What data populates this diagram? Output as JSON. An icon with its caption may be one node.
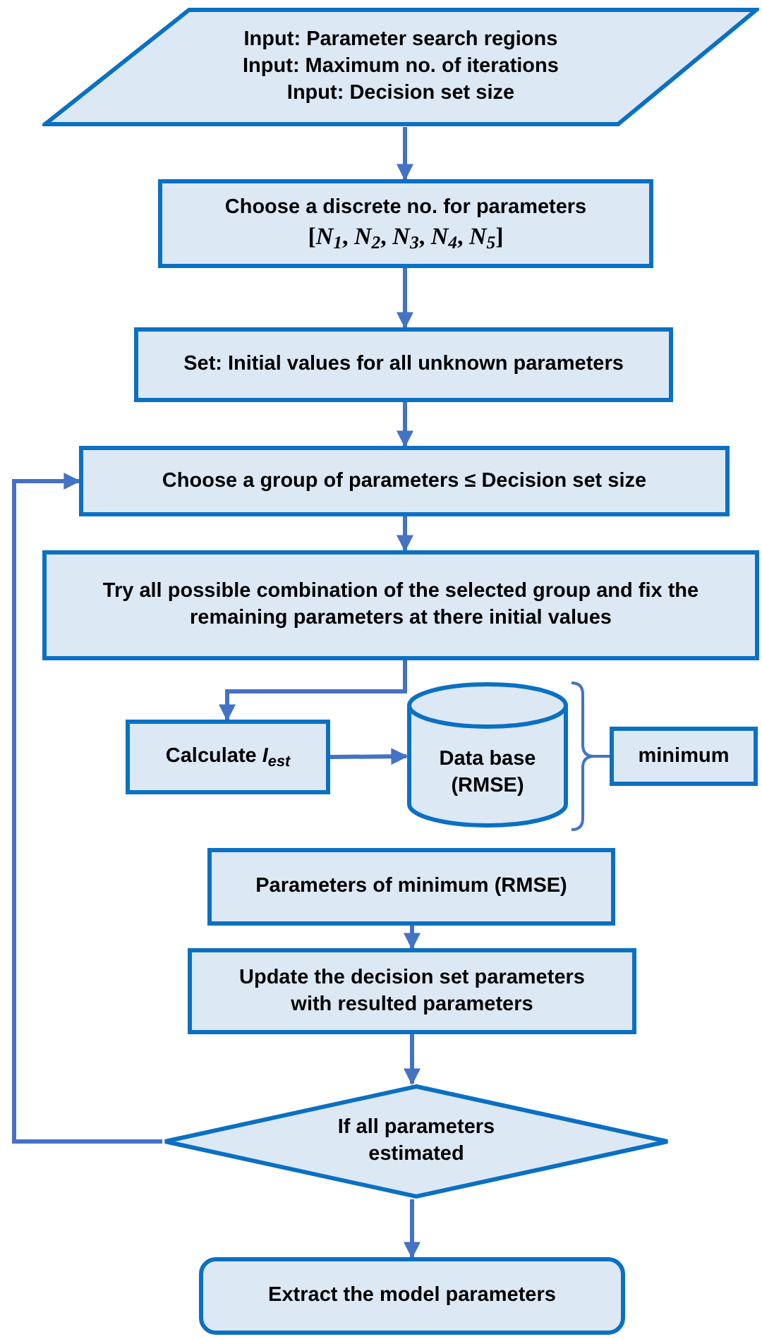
{
  "diagram": {
    "nodes": [
      {
        "text": [
          "Input: Parameter search regions",
          "Input: Maximum no. of iterations",
          "Input: Decision set size"
        ]
      },
      {
        "text": [
          "Choose a discrete no. for parameters",
          "[*N*$_{1}$, *N*$_{2}$, *N*$_{3}$, *N*$_{4}$, *N*$_{5}$]"
        ]
      },
      {
        "text": [
          "Set: Initial values for all unknown parameters"
        ]
      },
      {
        "text": [
          "Choose a group of parameters ≤ Decision set size"
        ]
      },
      {
        "text": [
          "Try all possible combination of the selected group and fix the remaining parameters at there initial values"
        ]
      },
      {
        "text": [
          "Calculate *I*$_{est}$"
        ]
      },
      {
        "text": [
          "Data base (RMSE)"
        ]
      },
      {
        "text": [
          "minimum"
        ]
      },
      {
        "text": [
          "Parameters of minimum (RMSE)"
        ]
      },
      {
        "text": [
          "Update the decision set parameters with resulted parameters"
        ]
      },
      {
        "text": [
          "If all parameters estimated"
        ]
      },
      {
        "text": [
          "Extract the model parameters"
        ]
      }
    ],
    "edges": [
      {
        "from": 0,
        "to": 1,
        "arrow": "to"
      },
      {
        "from": 1,
        "to": 2,
        "arrow": "to"
      },
      {
        "from": 2,
        "to": 3,
        "arrow": "to"
      },
      {
        "from": 3,
        "to": 4,
        "arrow": "to"
      },
      {
        "from": 4,
        "to": 5,
        "arrow": "to"
      },
      {
        "from": 5,
        "to": 6,
        "arrow": "to"
      },
      {
        "from": 8,
        "to": 9,
        "arrow": "to"
      },
      {
        "from": 9,
        "to": 10,
        "arrow": "to"
      },
      {
        "from": 10,
        "to": 11,
        "arrow": "to"
      },
      {
        "from": 10,
        "to": 3,
        "arrow": "to"
      }
    ]
  }
}
